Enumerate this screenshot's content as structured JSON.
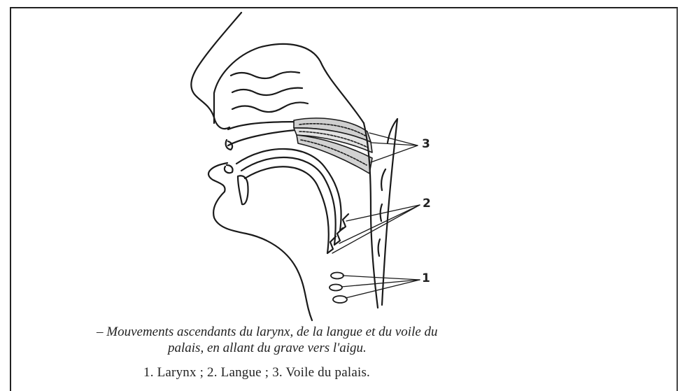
{
  "figure": {
    "labels": {
      "n1": "1",
      "n2": "2",
      "n3": "3"
    },
    "caption_line1": "– Mouvements ascendants du larynx, de la langue et du voile du",
    "caption_line2": "palais, en allant du grave vers l'aigu.",
    "legend": "1. Larynx ; 2. Langue ; 3. Voile du palais."
  }
}
